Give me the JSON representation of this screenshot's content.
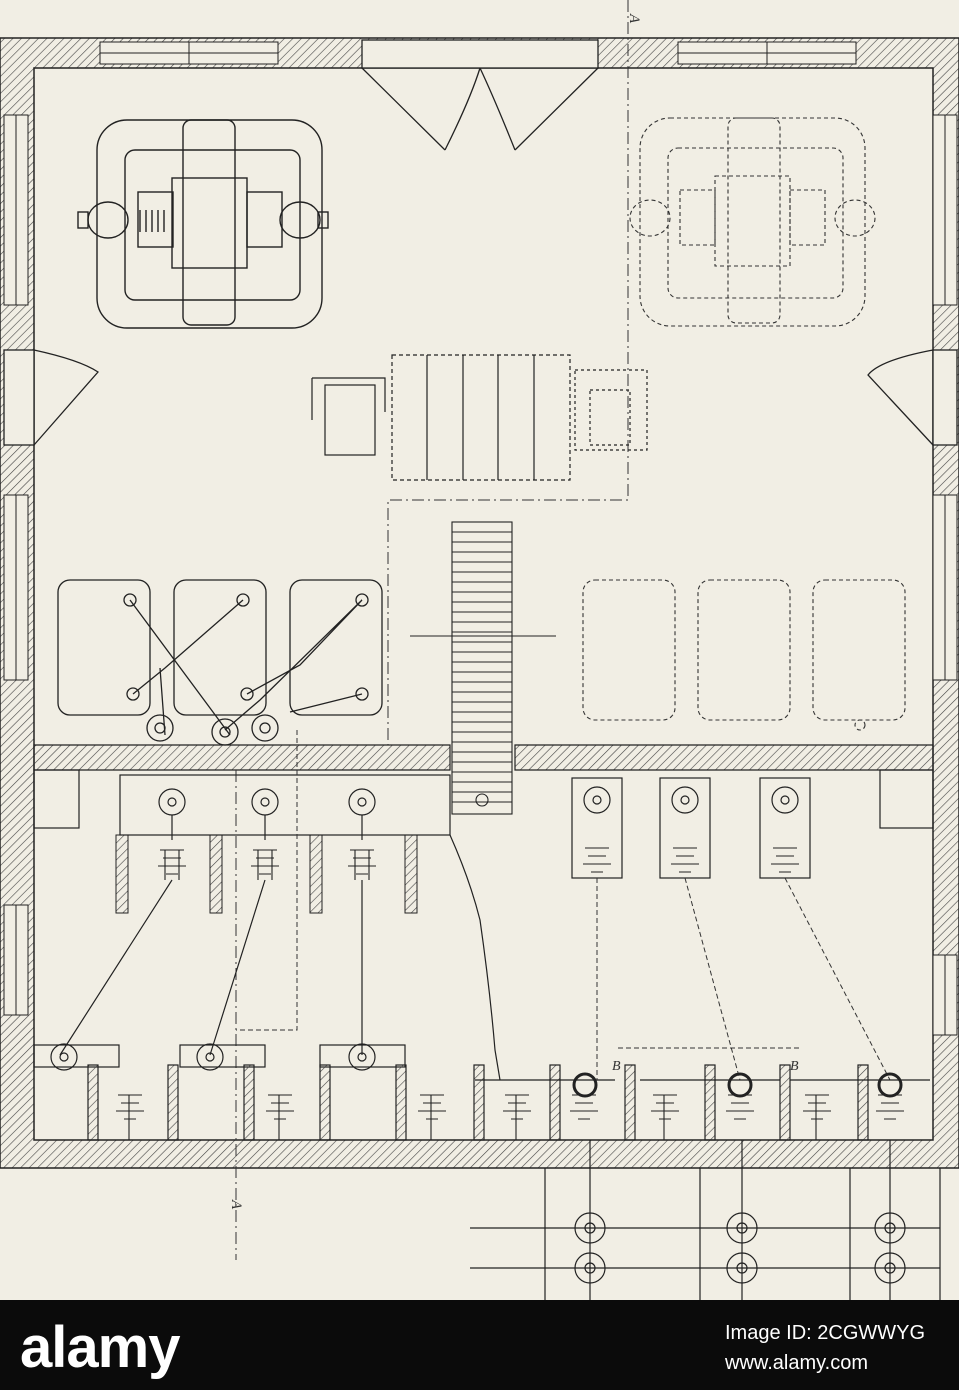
{
  "drawing": {
    "section_line_label": "A",
    "section_line_label_bottom": "A",
    "detail_label_left": "B",
    "detail_label_right": "B"
  },
  "watermark": {
    "logo": "alamy",
    "image_id": "Image ID: 2CGWWYG",
    "url": "www.alamy.com"
  },
  "colors": {
    "paper": "#f1eee4",
    "ink": "#2a2a2a",
    "bar": "#0b0b0b"
  }
}
